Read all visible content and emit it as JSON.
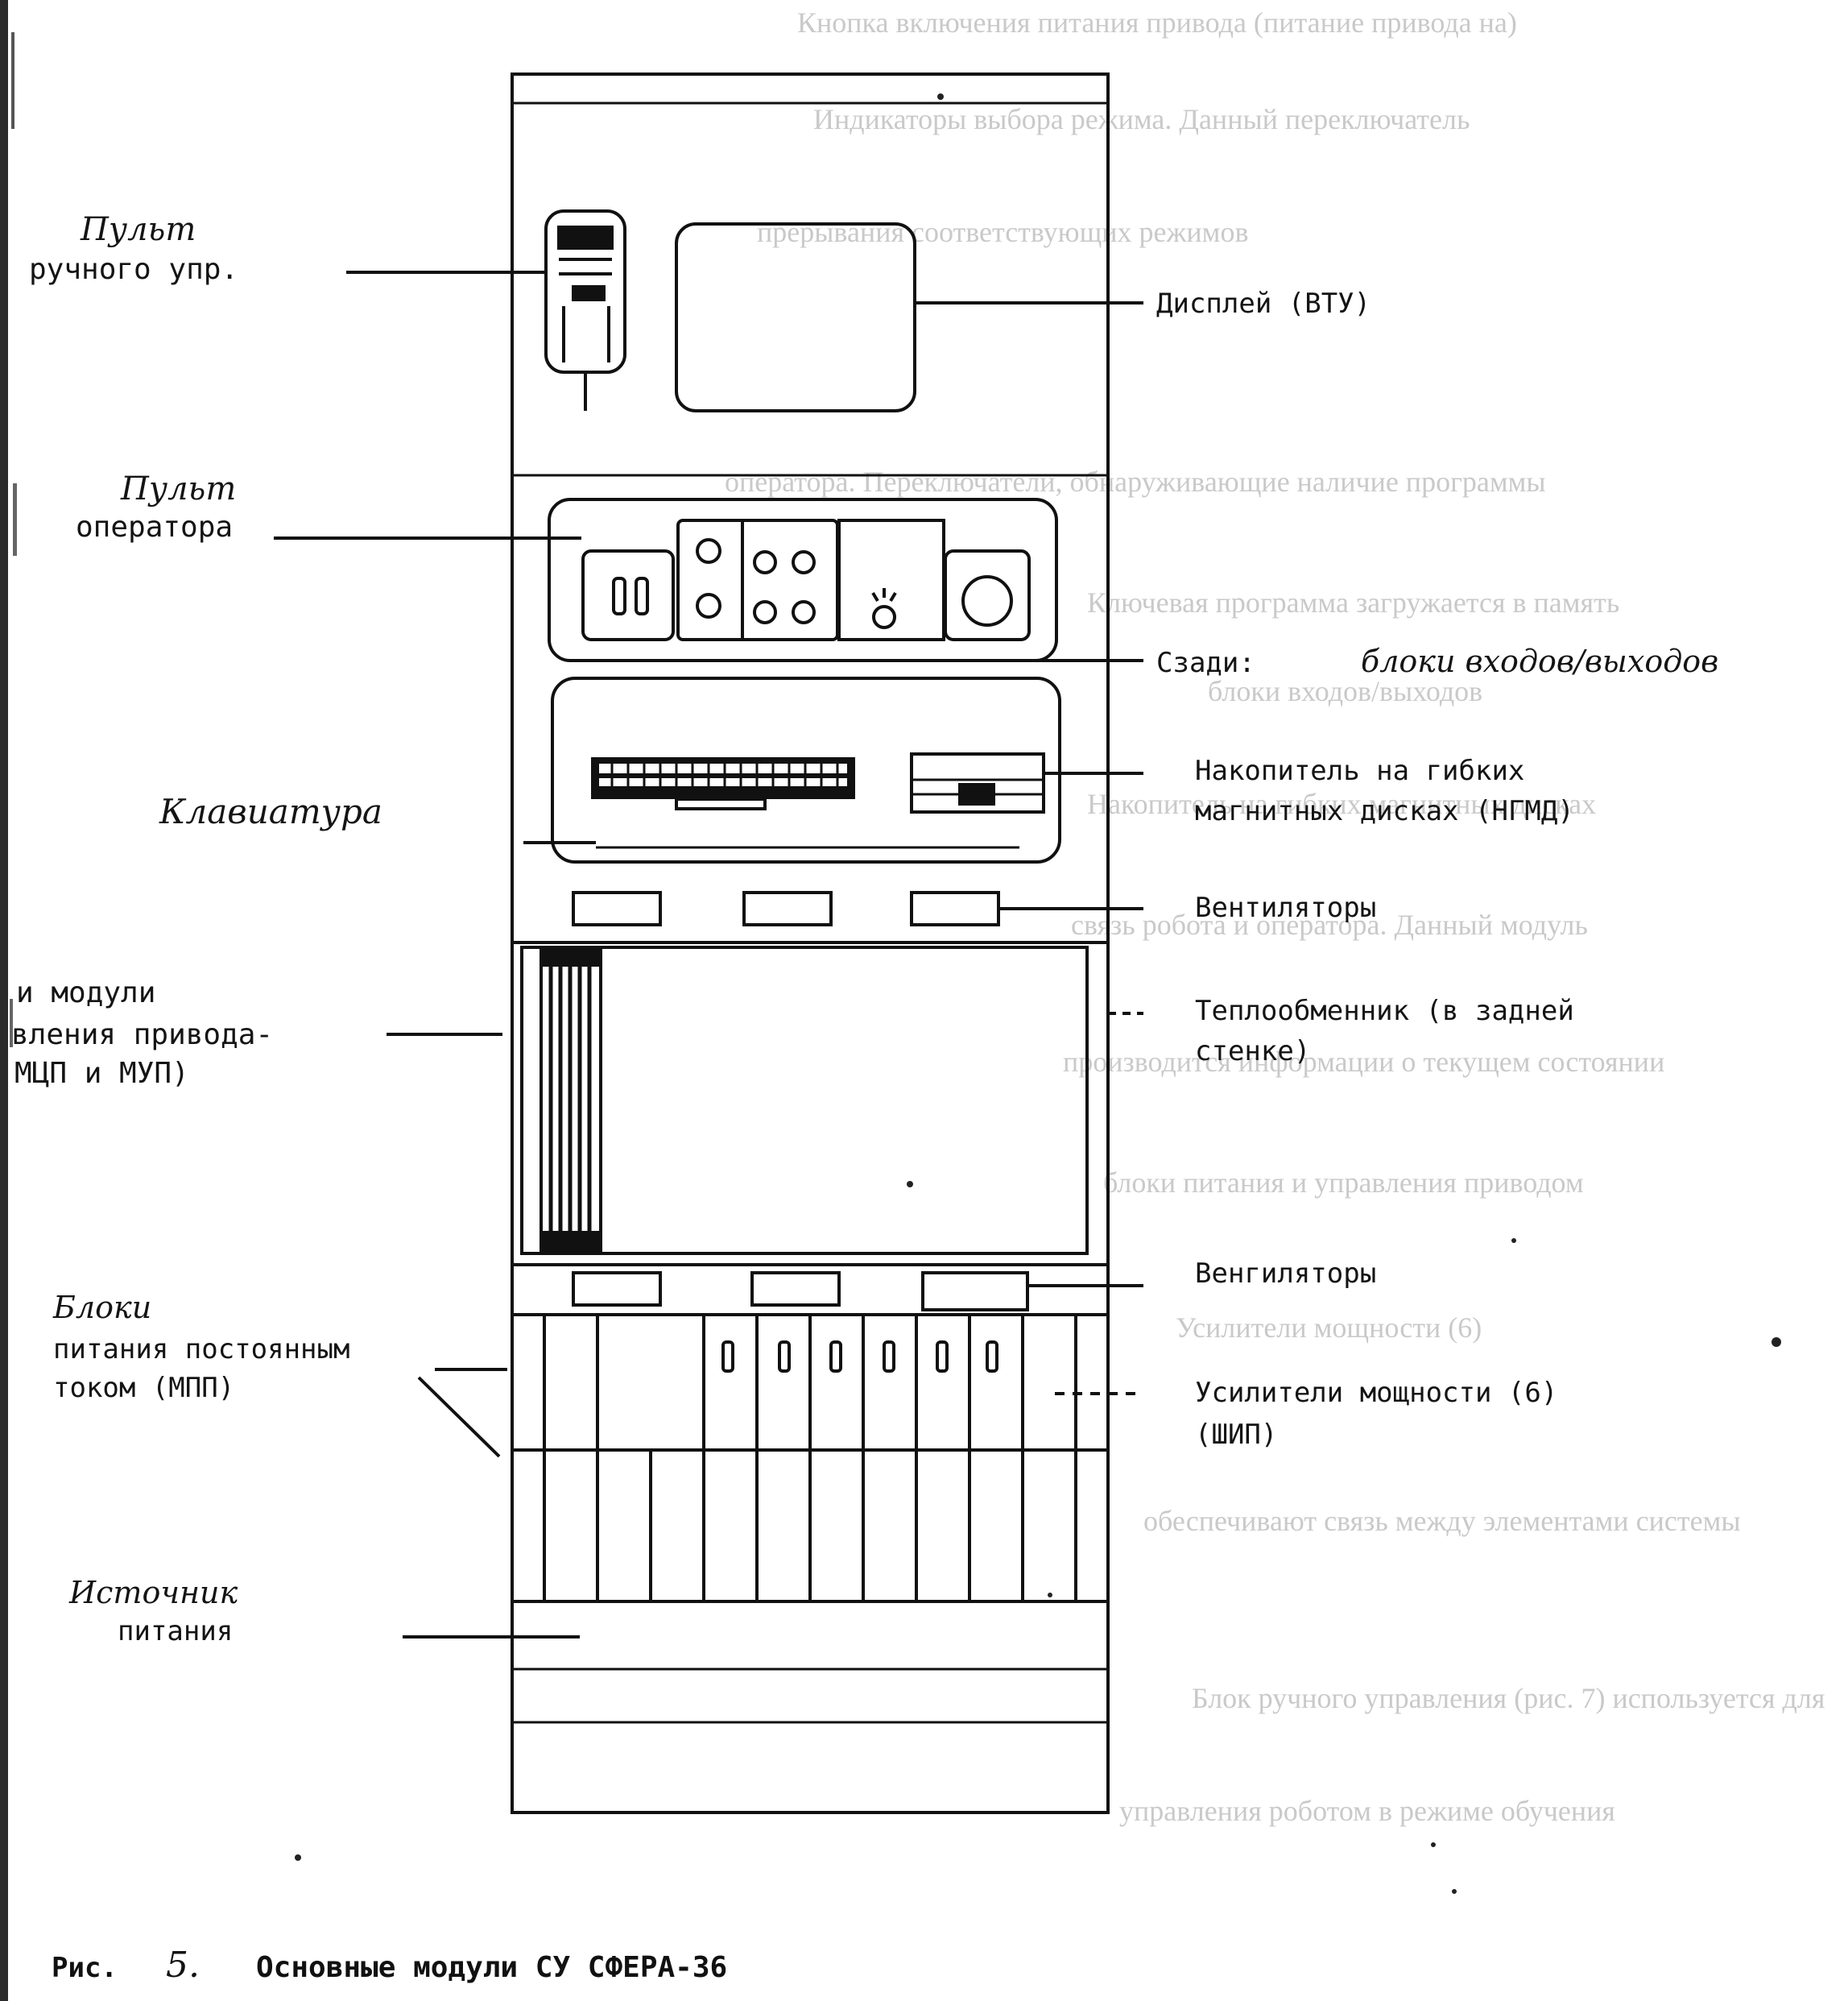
{
  "figure": {
    "caption_prefix": "Рис.",
    "caption_number": "5.",
    "caption_text": "Основные модули СУ СФЕРА-36"
  },
  "labels": {
    "pult_ruchnogo": [
      "Пульт",
      "ручного упр."
    ],
    "display": "Дисплей (ВТУ)",
    "pult_operatora": [
      "Пульт",
      "оператора"
    ],
    "szadi": [
      "Сзади:",
      "блоки входов/выходов"
    ],
    "nakopitel": [
      "Накопитель на гибких",
      "магнитных дисках (НГМД)"
    ],
    "klaviatura": "Клавиатура",
    "ventilyatory_1": "Вентиляторы",
    "moduli_privoda": [
      "и модули",
      "вления привода-",
      "МЦП и МУП)"
    ],
    "teploobmennik": [
      "Теплообменник (в задней",
      "стенке)"
    ],
    "ventilyatory_2": "Венгиляторы",
    "bloki_pitaniya": [
      "Блоки",
      "питания постоянным",
      "током (МПП)"
    ],
    "usiliteli": [
      "Усилители мощности (6)",
      "(ШИП)"
    ],
    "istochnik": [
      "Источник",
      "питания"
    ]
  },
  "bleed_through_text": [
    "Кнопка включения питания привода (питание привода на)",
    "Индикаторы выбора режима. Данный переключатель",
    "прерывания соответствующих режимов",
    "оператора. Переключатели, обнаруживающие наличие программы",
    "Ключевая программа загружается в память",
    "блоки входов/выходов",
    "Накопитель на гибких магнитных дисках",
    "связь робота и оператора. Данный модуль",
    "производится информации о текущем состоянии",
    "блоки питания и управления приводом",
    "Усилители мощности (6)",
    "обеспечивают связь между элементами системы",
    "Блок ручного управления (рис. 7) используется для",
    "управления роботом в режиме обучения"
  ]
}
